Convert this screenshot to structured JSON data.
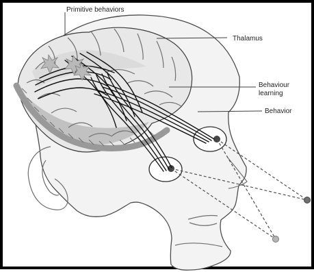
{
  "labels": {
    "top_left": "Primitive behaviors",
    "thalamus": "Thalamus",
    "middle_right_line1": "Behaviour",
    "middle_right_line2": "learning",
    "lower_right": "Behavior"
  },
  "colors": {
    "frame": "#000000",
    "lines": "#111111",
    "shade": "#9b9b9b"
  }
}
